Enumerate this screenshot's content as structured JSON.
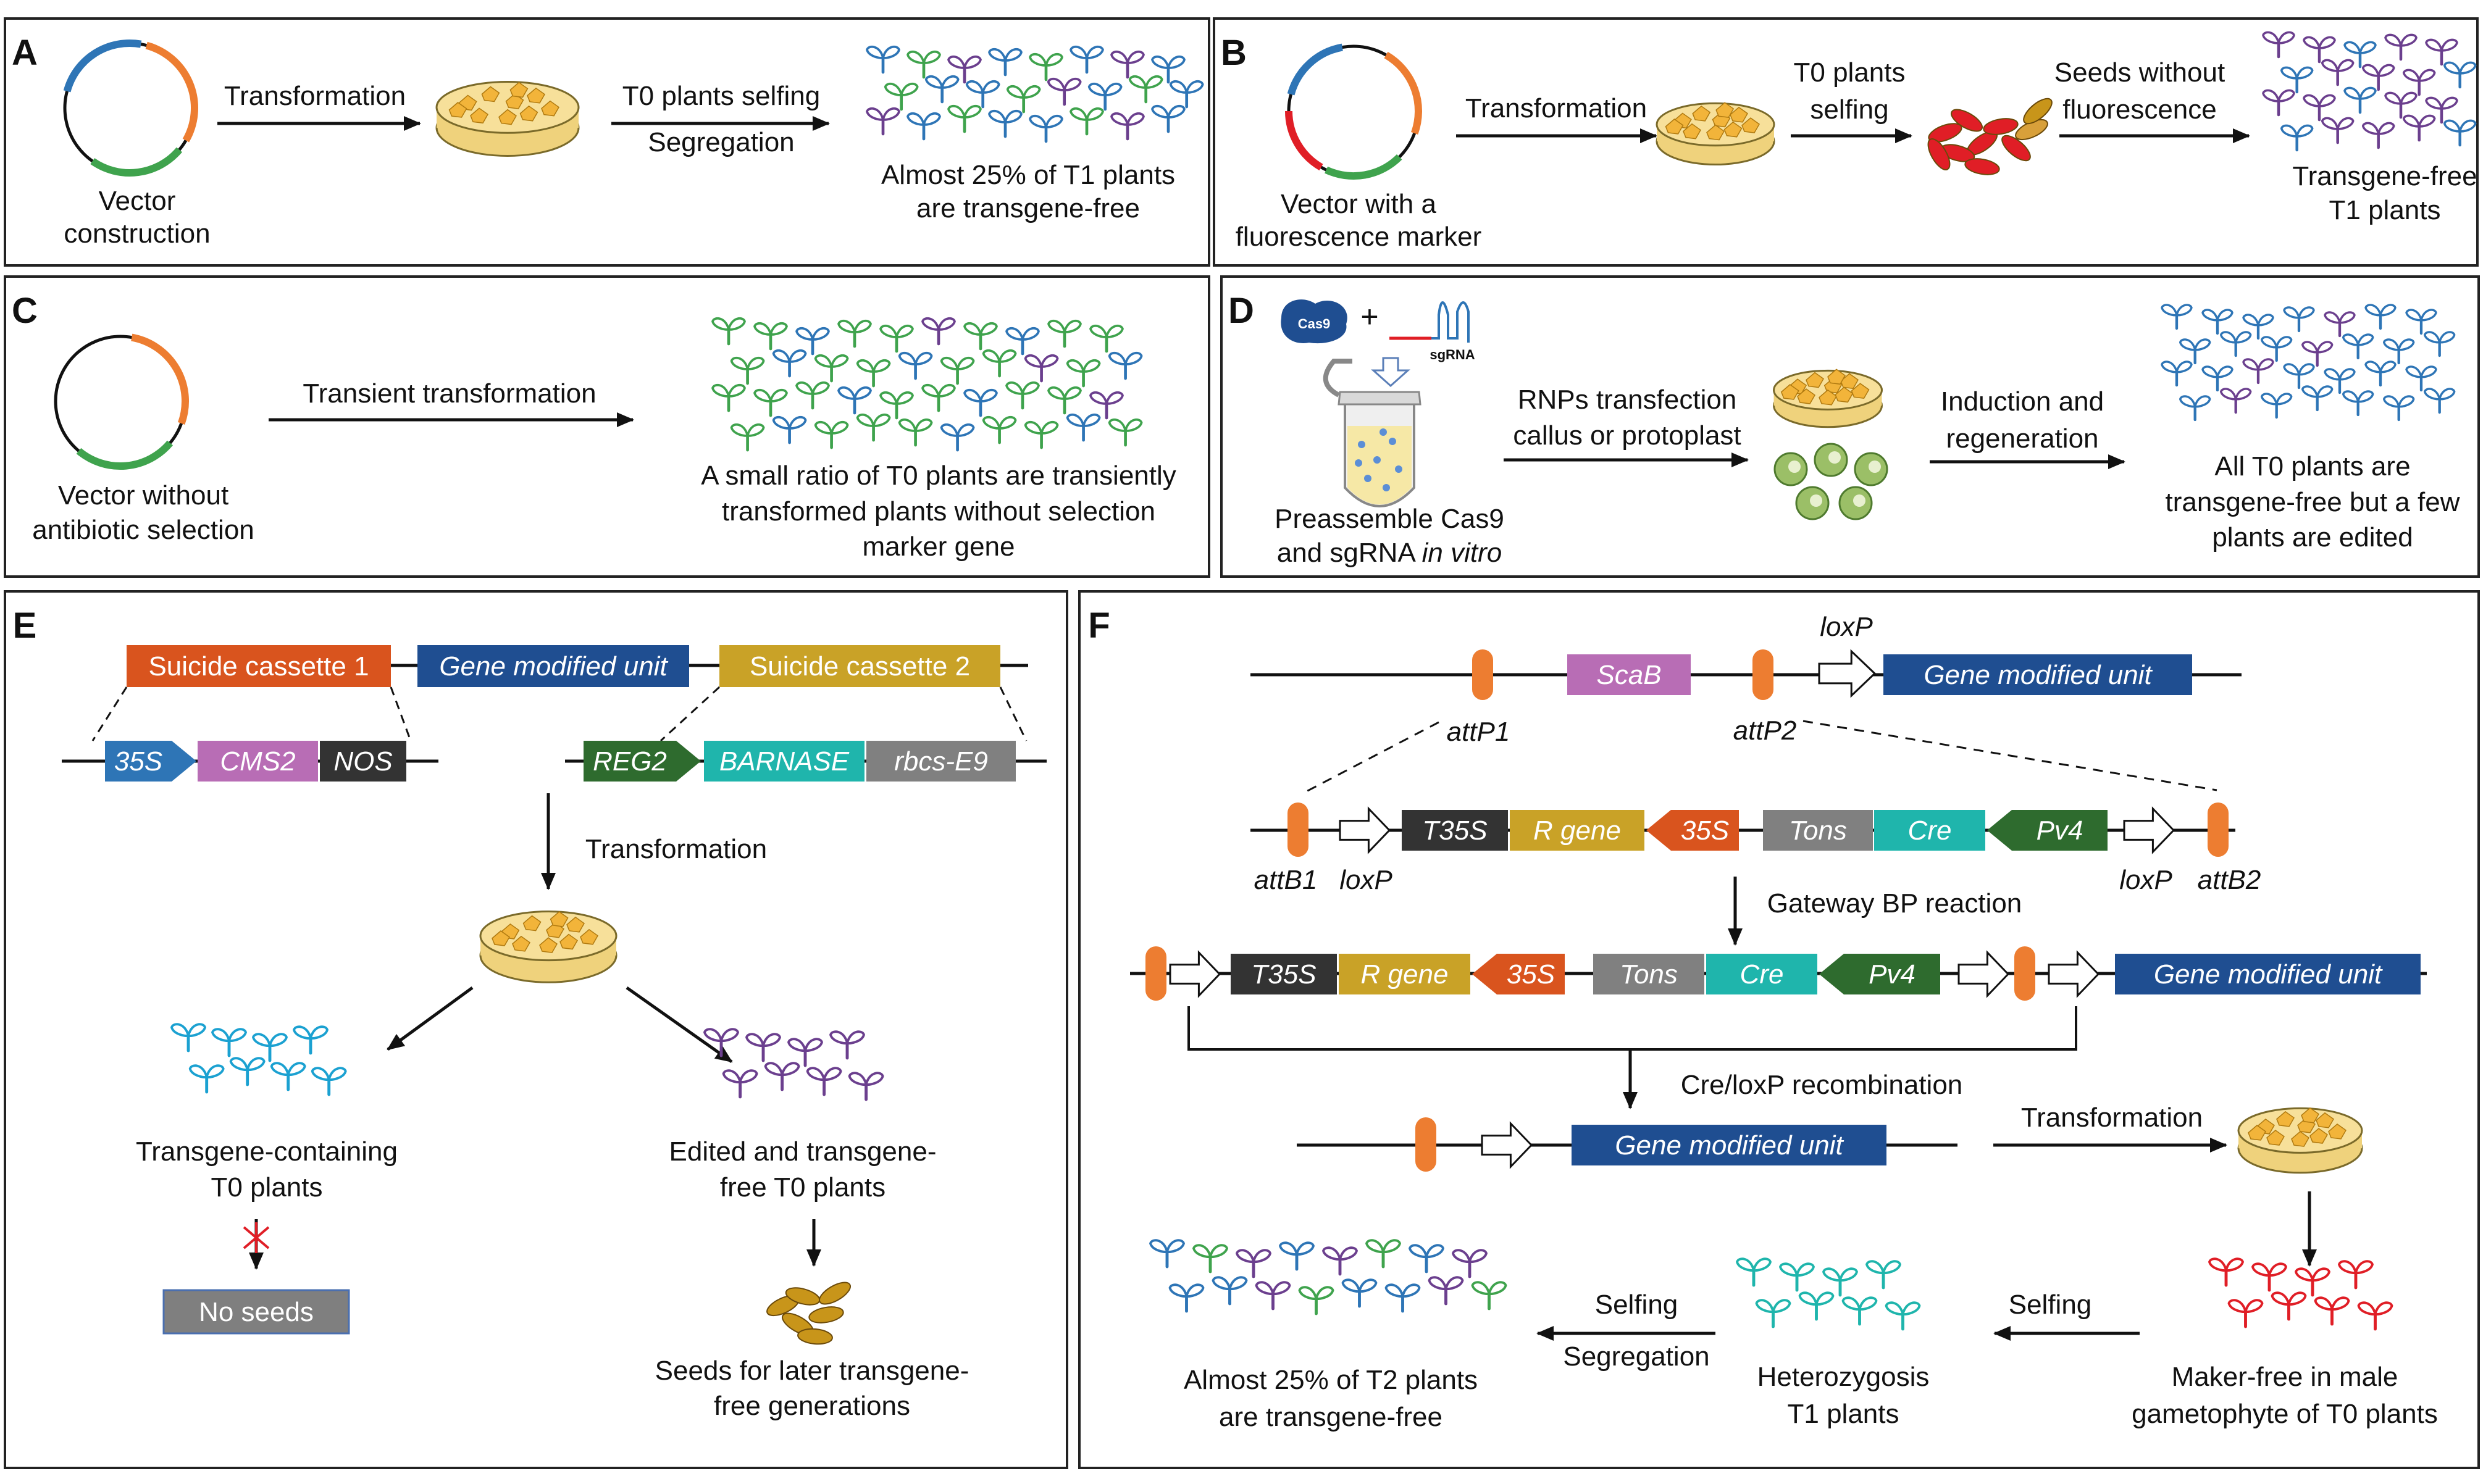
{
  "colors": {
    "frame": "#222222",
    "orange": "#ED7D31",
    "blue": "#2E75B6",
    "green": "#3FA34D",
    "red": "#E01E26",
    "purple": "#6B3F8E",
    "cyan": "#1BA1D1",
    "teal": "#1FB5AC",
    "gold": "#C9A227",
    "dish": "#F7E09A",
    "callus": "#F2B43A",
    "darkblue": "#1F4E91",
    "dark": "#333333",
    "darkgreen": "#2E6B2E",
    "gray": "#808080",
    "pink": "#B86DB5",
    "darkorange": "#D9541E",
    "seedgold": "#C8951A"
  },
  "panelA": {
    "label": "A",
    "vector": [
      "Vector",
      "construction"
    ],
    "arrow1": "Transformation",
    "arrow2a": "T0 plants selfing",
    "arrow2b": "Segregation",
    "result": [
      "Almost 25% of T1 plants",
      "are transgene-free"
    ]
  },
  "panelB": {
    "label": "B",
    "vector": [
      "Vector with a",
      "fluorescence marker"
    ],
    "arrow1": "Transformation",
    "arrow2": [
      "T0 plants",
      "selfing"
    ],
    "arrow3": [
      "Seeds without",
      "fluorescence"
    ],
    "result": [
      "Transgene-free",
      "T1 plants"
    ]
  },
  "panelC": {
    "label": "C",
    "vector": [
      "Vector without",
      "antibiotic selection"
    ],
    "arrow1": "Transient transformation",
    "result": [
      "A small ratio of T0 plants are transiently",
      "transformed plants without selection",
      "marker gene"
    ]
  },
  "panelD": {
    "label": "D",
    "cas9": "Cas9",
    "plus": "+",
    "sgrna": "sgRNA",
    "tube_caption_1": "Preassemble Cas9",
    "tube_caption_2a": "and sgRNA ",
    "tube_caption_2b": "in vitro",
    "arrow1": [
      "RNPs transfection",
      "callus or protoplast"
    ],
    "arrow2": [
      "Induction and",
      "regeneration"
    ],
    "result": [
      "All T0 plants are",
      "transgene-free but a few",
      "plants are edited"
    ]
  },
  "panelE": {
    "label": "E",
    "top_boxes": [
      "Suicide cassette 1",
      "Gene modified unit",
      "Suicide cassette 2"
    ],
    "cassette1": [
      "35S",
      "CMS2",
      "NOS"
    ],
    "cassette2": [
      "REG2",
      "BARNASE",
      "rbcs-E9"
    ],
    "transformation": "Transformation",
    "left_caption": [
      "Transgene-containing",
      "T0 plants"
    ],
    "right_caption": [
      "Edited and transgene-",
      "free T0 plants"
    ],
    "no_seeds": "No seeds",
    "seeds_caption": [
      "Seeds for later transgene-",
      "free generations"
    ]
  },
  "panelF": {
    "label": "F",
    "row1": {
      "scab": "ScaB",
      "loxp": "loxP",
      "gmu": "Gene modified unit",
      "attp1": "attP1",
      "attp2": "attP2"
    },
    "row2": {
      "t35s": "T35S",
      "rgene": "R gene",
      "p35s": "35S",
      "tons": "Tons",
      "cre": "Cre",
      "pv4": "Pv4",
      "attb1": "attB1",
      "loxp_l": "loxP",
      "loxp_r": "loxP",
      "attb2": "attB2"
    },
    "gateway": "Gateway BP reaction",
    "row3": {
      "t35s": "T35S",
      "rgene": "R gene",
      "p35s": "35S",
      "tons": "Tons",
      "cre": "Cre",
      "pv4": "Pv4",
      "gmu": "Gene modified unit"
    },
    "creloxp": "Cre/loxP recombination",
    "row4": {
      "gmu": "Gene modified unit"
    },
    "transformation": "Transformation",
    "selfing1": "Selfing",
    "selfing2": "Selfing",
    "segregation": "Segregation",
    "maker_free": [
      "Maker-free in male",
      "gametophyte of T0 plants"
    ],
    "hetero": [
      "Heterozygosis",
      "T1 plants"
    ],
    "t2": [
      "Almost 25% of T2 plants",
      "are transgene-free"
    ]
  }
}
